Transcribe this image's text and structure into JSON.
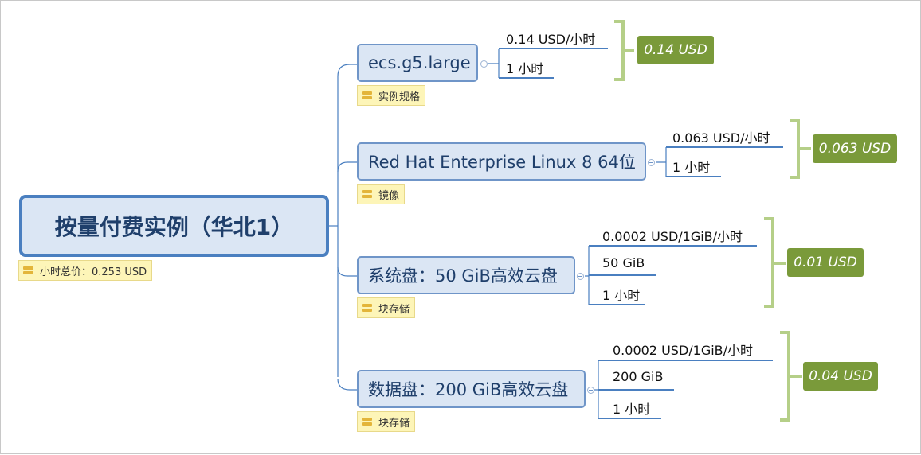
{
  "root": {
    "label": "按量付费实例（华北1）",
    "note": "小时总价：0.253 USD"
  },
  "branches": [
    {
      "label": "ecs.g5.large",
      "note": "实例规格",
      "items": [
        "0.14 USD/小时",
        "1 小时"
      ],
      "summary": "0.14 USD"
    },
    {
      "label": "Red Hat Enterprise Linux 8 64位",
      "note": "镜像",
      "items": [
        "0.063 USD/小时",
        "1 小时"
      ],
      "summary": "0.063 USD"
    },
    {
      "label": "系统盘：50 GiB高效云盘",
      "note": "块存储",
      "items": [
        "0.0002 USD/1GiB/小时",
        "50 GiB",
        "1 小时"
      ],
      "summary": "0.01 USD"
    },
    {
      "label": "数据盘：200 GiB高效云盘",
      "note": "块存储",
      "items": [
        "0.0002 USD/1GiB/小时",
        "200 GiB",
        "1 小时"
      ],
      "summary": "0.04 USD"
    }
  ],
  "colors": {
    "line": "#4a7fc0",
    "bracket": "#b5cf88",
    "summary_bg": "#7a9a3a",
    "note_bg": "#fdf5b8"
  }
}
